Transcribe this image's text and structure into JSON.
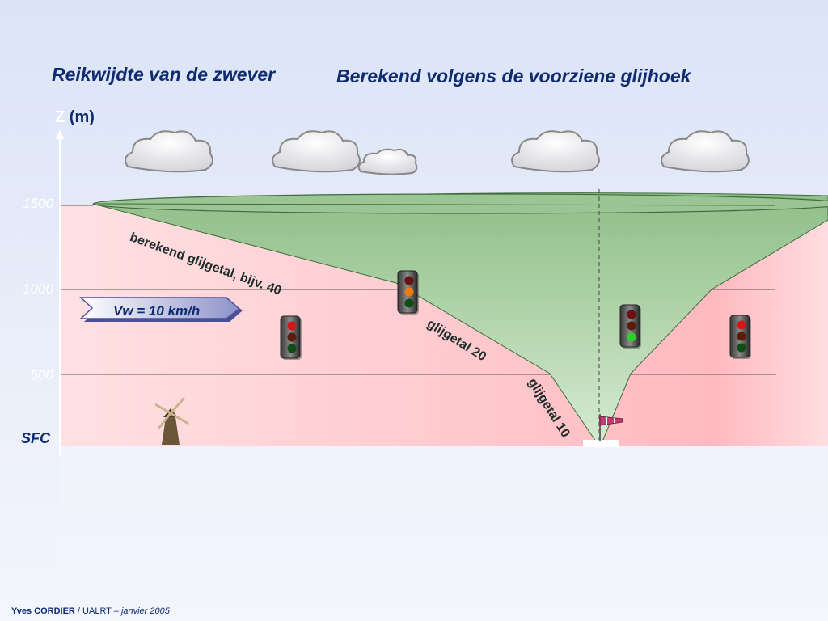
{
  "header": {
    "title_left": "Reikwijdte van de zwever",
    "title_right": "Berekend volgens de voorziene glijhoek"
  },
  "axis": {
    "z_symbol": "Z",
    "unit": "(m)",
    "ticks": [
      "1500",
      "1000",
      "500"
    ],
    "surface": "SFC"
  },
  "labels": {
    "glide_40": "berekend glijgetal, bijv. 40",
    "glide_20": "glijgetal 20",
    "glide_10": "glijgetal 10",
    "wind": "Vw = 10 km/h"
  },
  "footer": {
    "author": "Yves CORDIER",
    "org": " / UALRT – ",
    "date": "janvier 2005"
  },
  "colors": {
    "title": "#0d2b6e",
    "glide_zone": "#9cc594",
    "danger_zone": "#ffc8cc",
    "wind_arrow": "#4a4f9a"
  },
  "traffic_lights": [
    {
      "id": "left",
      "active": "red"
    },
    {
      "id": "center-left",
      "active": "orange"
    },
    {
      "id": "center-right",
      "active": "green"
    },
    {
      "id": "right",
      "active": "red"
    }
  ]
}
